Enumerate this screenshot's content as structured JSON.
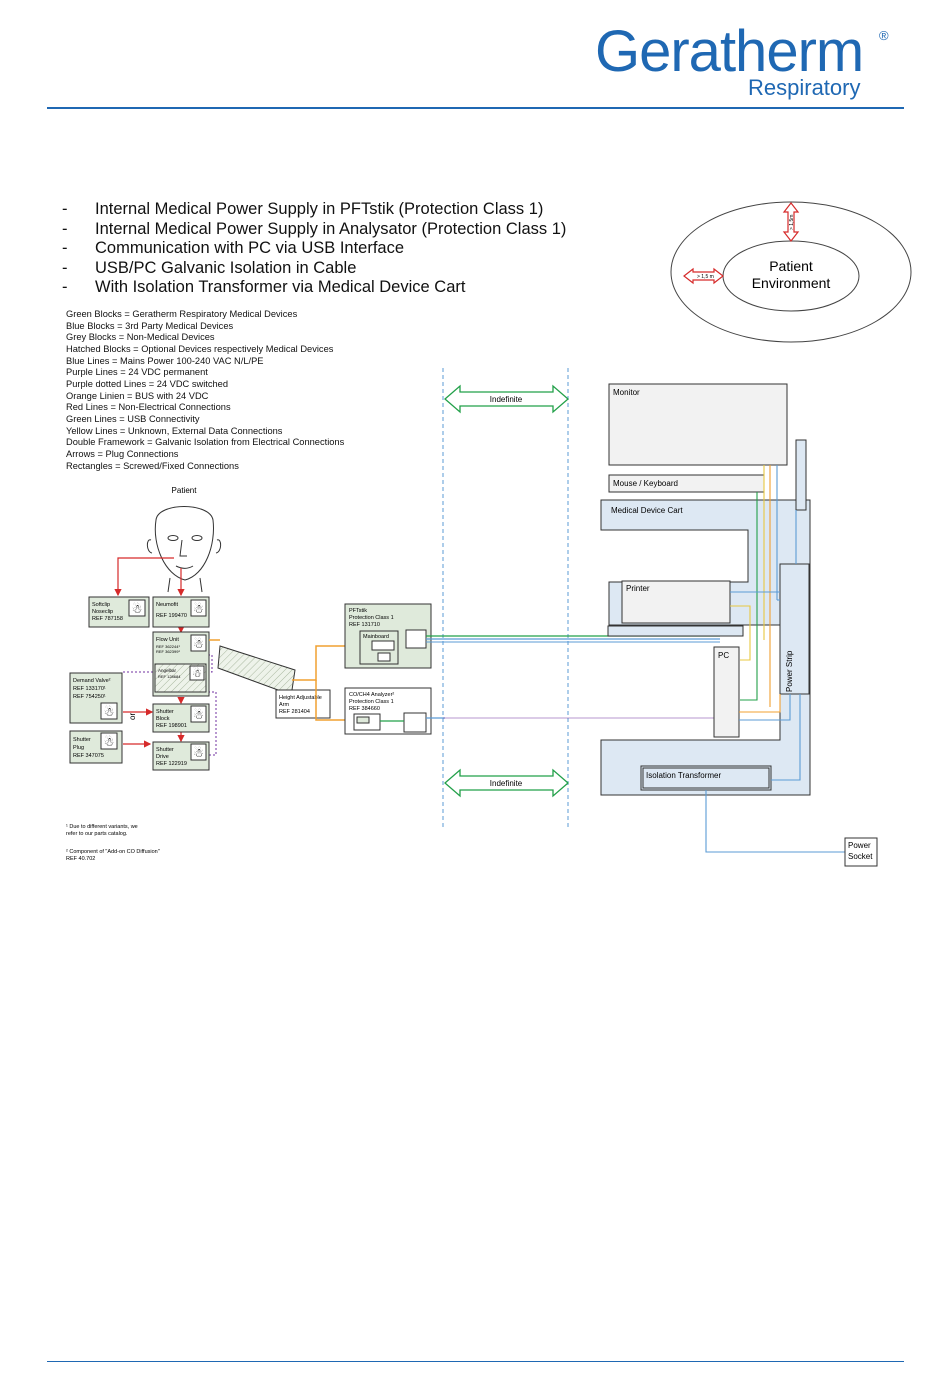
{
  "brand": {
    "name": "Geratherm",
    "reg": "®",
    "sub": "Respiratory"
  },
  "bullets": [
    {
      "dash": "-",
      "text": "Internal Medical Power Supply in PFTstik (Protection Class 1)"
    },
    {
      "dash": "-",
      "text": "Internal Medical Power Supply in Analysator (Protection Class 1)"
    },
    {
      "dash": "-",
      "text": "Communication with PC via USB Interface"
    },
    {
      "dash": "-",
      "text": "USB/PC Galvanic Isolation in Cable"
    },
    {
      "dash": "-",
      "text": "With Isolation Transformer via Medical Device Cart"
    }
  ],
  "legend": [
    "Green Blocks = Geratherm Respiratory Medical Devices",
    "Blue Blocks = 3rd Party Medical Devices",
    "Grey Blocks = Non-Medical Devices",
    "Hatched Blocks = Optional Devices respectively Medical Devices",
    "Blue Lines = Mains Power 100-240 VAC N/L/PE",
    "Purple Lines = 24 VDC permanent",
    "Purple dotted Lines = 24 VDC switched",
    "Orange Linien = BUS with 24 VDC",
    "Red Lines = Non-Electrical Connections",
    "Green Lines = USB Connectivity",
    "Yellow Lines = Unknown, External Data Connections",
    "Double Framework = Galvanic Isolation from Electrical Connections",
    "Arrows = Plug Connections",
    "Rectangles = Screwed/Fixed Connections"
  ],
  "environment": {
    "title_1": "Patient",
    "title_2": "Environment",
    "dist_v": "> 1,5m",
    "dist_h": "> 1,5 m"
  },
  "diagram": {
    "patient": "Patient",
    "noseclip": [
      "Softclip",
      "Noseclip",
      "REF 787158"
    ],
    "neumofit": [
      "Neumofit",
      "REF 199470"
    ],
    "flow_unit": [
      "Flow Unit",
      "REF 362244¹",
      "REF 362399¹"
    ],
    "angelbar": [
      "Angelbar",
      "REF 128684"
    ],
    "demand_valve": [
      "Demand Valve²",
      "REF 133170¹",
      "REF 754250¹"
    ],
    "shutter_plug": [
      "Shutter",
      "Plug",
      "REF 347075"
    ],
    "shutter_block": [
      "Shutter",
      "Block",
      "REF 198901"
    ],
    "shutter_drive": [
      "Shutter",
      "Drive",
      "REF 122919"
    ],
    "or_label": "or",
    "arm": [
      "Height Adjustable",
      "Arm",
      "REF 281404"
    ],
    "pftstik": [
      "PFTstik",
      "Protection Class 1",
      "REF 131710"
    ],
    "mainboard": "Mainboard",
    "analyzer": [
      "CO/CH4 Analyzer²",
      "Protection Class 1",
      "REF 384660"
    ],
    "indefinite": "Indefinite",
    "monitor": "Monitor",
    "mouse_keyboard": "Mouse / Keyboard",
    "cart": "Medical Device Cart",
    "printer": "Printer",
    "pc": "PC",
    "power_strip": "Power Strip",
    "isolation_transformer": "Isolation Transformer",
    "power_socket": [
      "Power",
      "Socket"
    ]
  },
  "footnotes": [
    [
      "¹ Due to different variants, we",
      "refer to our parts catalog."
    ],
    [
      "² Component of \"Add-on CO Diffusion\"",
      "REF 40.702"
    ]
  ],
  "colors": {
    "brand": "#1f68b3",
    "green_block": "#dfeadb",
    "cart": "#dde8f3",
    "usb": "#22a049",
    "mains": "#5b9bd5",
    "bus": "#f0a030",
    "yellow": "#e8c840",
    "red": "#d62a2a",
    "purple": "#7030a0"
  }
}
